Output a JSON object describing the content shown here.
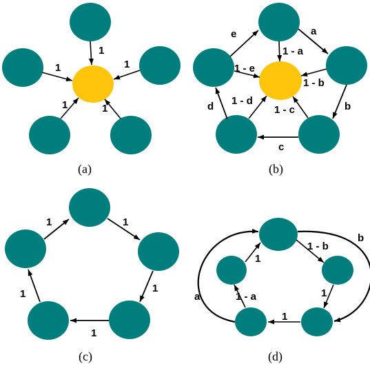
{
  "colors": {
    "node": "#007E7D",
    "center": "#FFC50D",
    "edge": "#000000"
  },
  "panel_a": {
    "caption": "(a)",
    "labels": {
      "top": "1",
      "left": "1",
      "right": "1",
      "bottom_left": "1",
      "bottom_right": "1"
    }
  },
  "panel_b": {
    "caption": "(b)",
    "labels": {
      "a": "a",
      "b": "b",
      "c": "c",
      "d": "d",
      "e": "e",
      "one_minus_a": "1 - a",
      "one_minus_b": "1 - b",
      "one_minus_c": "1 - c",
      "one_minus_d": "1 - d",
      "one_minus_e": "1 - e"
    }
  },
  "panel_c": {
    "caption": "(c)",
    "labels": {
      "top_left": "1",
      "top_right": "1",
      "right": "1",
      "bottom": "1",
      "left": "1"
    }
  },
  "panel_d": {
    "caption": "(d)",
    "labels": {
      "inner_top_left": "1",
      "one_minus_b": "1 - b",
      "inner_right": "1",
      "inner_bottom": "1",
      "one_minus_a": "1 - a",
      "outer_a": "a",
      "outer_b": "b"
    }
  }
}
